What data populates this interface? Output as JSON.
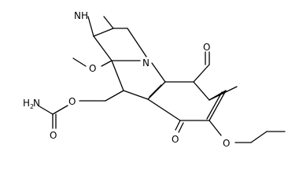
{
  "molecule": {
    "atoms": {
      "aziridine_nh": "NH",
      "indole_n": "N",
      "methoxy_o": "O",
      "carbamate_nh2": "H",
      "carbamate_nh2_sub": "2",
      "carbamate_nh2_n": "N",
      "ester_o": "O",
      "carbonyl_o": "O",
      "quinone_o_top": "O",
      "quinone_o_bottom": "O",
      "propoxy_o": "O"
    }
  }
}
